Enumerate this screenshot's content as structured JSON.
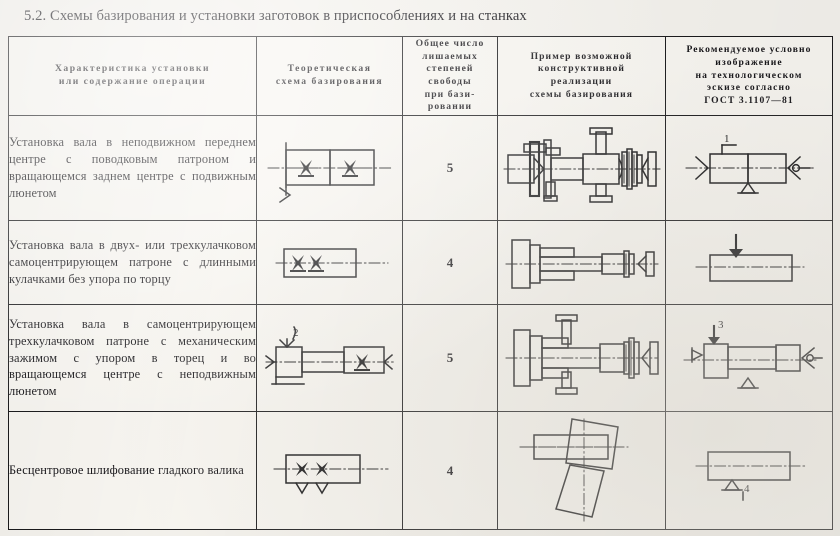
{
  "page": {
    "title": "5.2. Схемы базирования и установки заготовок в приспособлениях и на станках"
  },
  "table": {
    "headers": [
      {
        "id": "characteristic",
        "lines": [
          "Характеристика установки",
          "или содержание операции"
        ]
      },
      {
        "id": "theoretical-scheme",
        "lines": [
          "Теоретическая",
          "схема базирования"
        ]
      },
      {
        "id": "degrees-of-freedom",
        "lines": [
          "Общее число",
          "лишаемых",
          "степеней",
          "свободы",
          "при бази-",
          "ровании"
        ]
      },
      {
        "id": "construction-example",
        "lines": [
          "Пример возможной",
          "конструктивной",
          "реализации",
          "схемы базирования"
        ]
      },
      {
        "id": "standard-designation",
        "lines": [
          "Рекомендуемое условно",
          "изображение",
          "на технологическом",
          "эскизе согласно",
          "ГОСТ 3.1107—81"
        ]
      }
    ],
    "rows": [
      {
        "id": "row-1",
        "description": "Установка вала в неподвижном переднем центре с поводковым патроном и вращающемся заднем центре с подвижным люнетом",
        "degrees_of_freedom": "5",
        "theoretical_scheme": "two-rect-star-left-star-right-arrow-below",
        "construction_example": "lathe-fixed-center-driver-chuck-rotating-center-steady-rest",
        "standard_designation": "two-rect-center-left-rotating-center-right-support-below",
        "designation_labels": [
          "1"
        ]
      },
      {
        "id": "row-2",
        "description": "Установка вала в двух- или трехкулачковом самоцентрирующем патроне с длинными кулачками без упора по торцу",
        "degrees_of_freedom": "4",
        "theoretical_scheme": "single-rect-two-stars-left",
        "construction_example": "three-jaw-chuck-long-jaws-shaft",
        "standard_designation": "rect-with-chuck-clamp-arrow-top",
        "designation_labels": []
      },
      {
        "id": "row-3",
        "description": "Установка вала в самоцентрирующем трехкулачковом патроне с механическим зажимом с упором в торец и во вращающемся центре с неподвижным люнетом",
        "degrees_of_freedom": "5",
        "theoretical_scheme": "square-left-labeled-2-mid-rect-right-rect-star",
        "construction_example": "chuck-with-face-stop-shaft-steady-rest-rotating-center",
        "standard_designation": "chuck-clamp-labeled-3-support-rotating-center",
        "designation_labels": [
          "3"
        ]
      },
      {
        "id": "row-4",
        "description": "Бесцентровое шлифование гладкого валика",
        "degrees_of_freedom": "4",
        "theoretical_scheme": "rect-two-x-supports-below",
        "construction_example": "centerless-grinding-wheel-and-regulating-wheel",
        "standard_designation": "rect-with-support-labeled-4",
        "designation_labels": [
          "4"
        ]
      }
    ]
  },
  "colors": {
    "ink": "#161618",
    "paper": "#f3f1ec",
    "rule": "#1a1a1c"
  }
}
